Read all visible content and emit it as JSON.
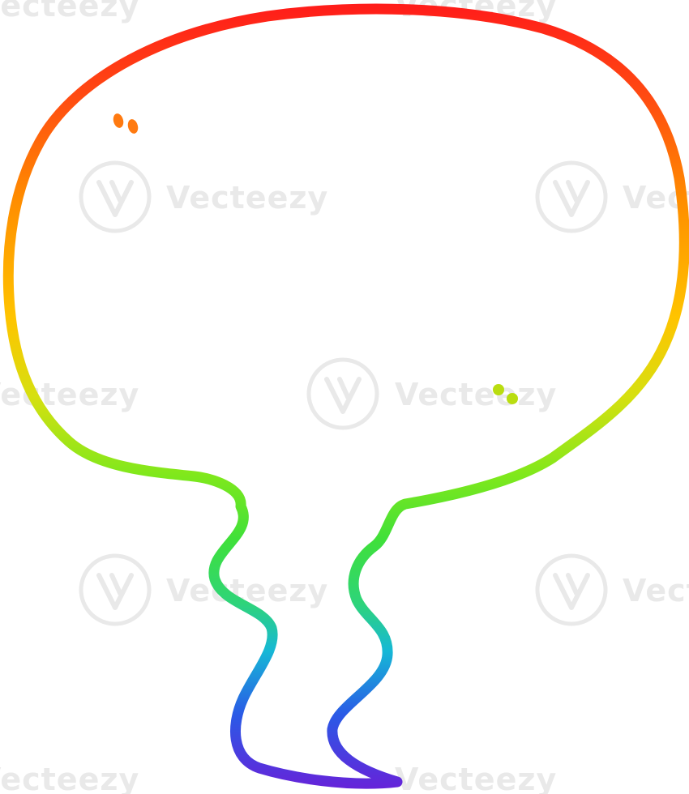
{
  "illustration": {
    "subject": "speech-bubble",
    "style": "rainbow-gradient-line-art",
    "gradient_colors": [
      "#ff1a1a",
      "#ff8c00",
      "#ffd000",
      "#7ee81c",
      "#2ee04a",
      "#16b8d6",
      "#2a3fe0",
      "#6a1fd8"
    ]
  },
  "watermark": {
    "brand": "Vecteezy",
    "logo_icon": "vecteezy-v-logo-icon"
  }
}
